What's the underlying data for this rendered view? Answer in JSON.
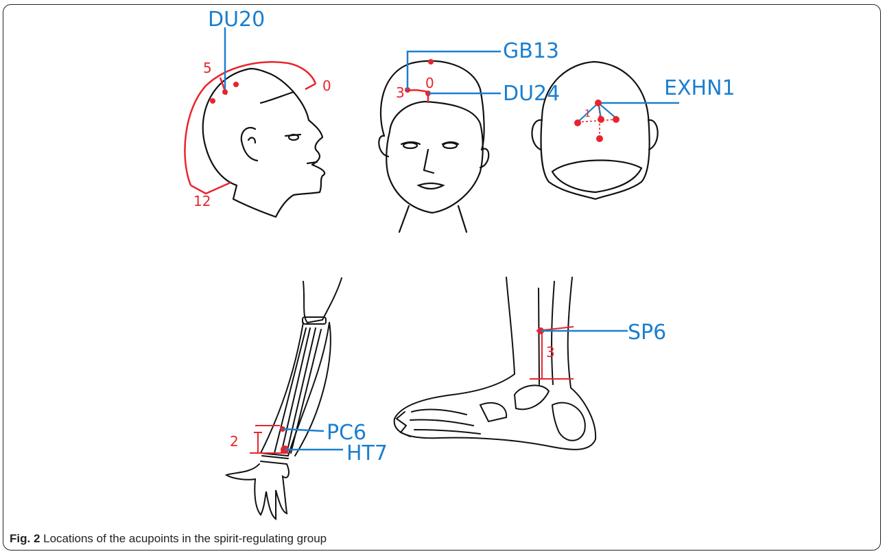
{
  "figure": {
    "caption_label": "Fig. 2",
    "caption_text": "Locations of the acupoints in the spirit-regulating group"
  },
  "colors": {
    "label_blue": "#1a7fd0",
    "marker_red": "#e8242c",
    "outline": "#111111"
  },
  "panels": {
    "side_head": {
      "point_label": "DU20",
      "measures": [
        "5",
        "0",
        "12"
      ]
    },
    "front_face": {
      "point_labels": [
        "GB13",
        "DU24"
      ],
      "measures": [
        "3",
        "0"
      ]
    },
    "back_head": {
      "point_label": "EXHN1",
      "measures": [
        "1"
      ]
    },
    "forearm": {
      "point_labels": [
        "PC6",
        "HT7"
      ],
      "measures": [
        "2"
      ]
    },
    "foot": {
      "point_label": "SP6",
      "measures": [
        "3"
      ]
    }
  }
}
